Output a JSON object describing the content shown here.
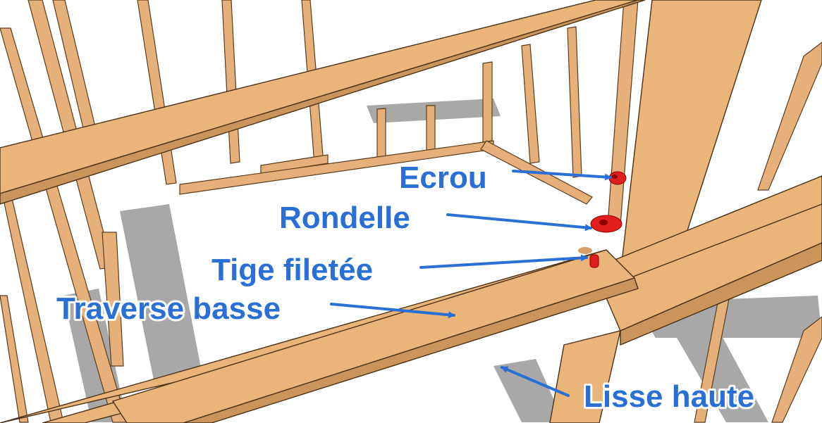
{
  "labels": {
    "ecrou": "Ecrou",
    "rondelle": "Rondelle",
    "tige": "Tige filetée",
    "traverse": "Traverse basse",
    "lisse": "Lisse haute"
  },
  "colors": {
    "label": "#2a6fd6",
    "wood": "#e9b578",
    "wood_dark": "#c9955a",
    "hardware": "#e01e1e",
    "shadow": "#a8a8a8"
  }
}
